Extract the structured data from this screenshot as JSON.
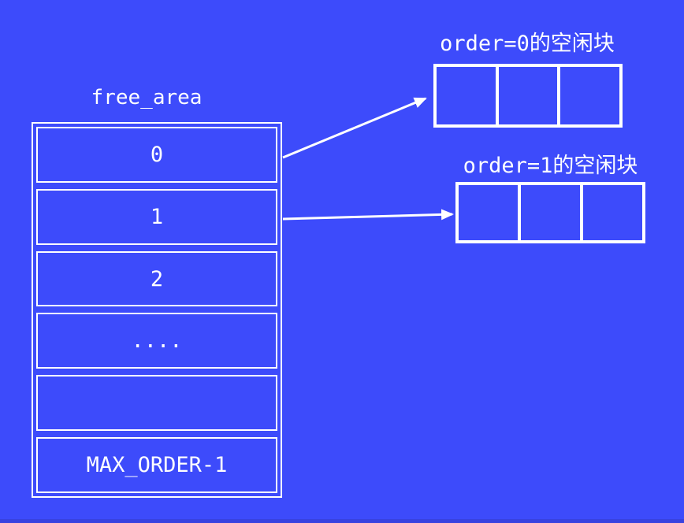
{
  "diagram": {
    "background_color": "#3D4BFB",
    "line_color": "#FFFFFF",
    "free_area": {
      "title": "free_area",
      "rows": [
        {
          "label": "0"
        },
        {
          "label": "1"
        },
        {
          "label": "2"
        },
        {
          "label": "...."
        },
        {
          "label": ""
        },
        {
          "label": "MAX_ORDER-1"
        }
      ]
    },
    "free_block_lists": [
      {
        "title": "order=0的空闲块",
        "cell_count": 3
      },
      {
        "title": "order=1的空闲块",
        "cell_count": 3
      }
    ],
    "arrows": [
      {
        "name": "arrow-order0-entry-to-order0-blocks"
      },
      {
        "name": "arrow-order1-entry-to-order1-blocks"
      }
    ]
  }
}
